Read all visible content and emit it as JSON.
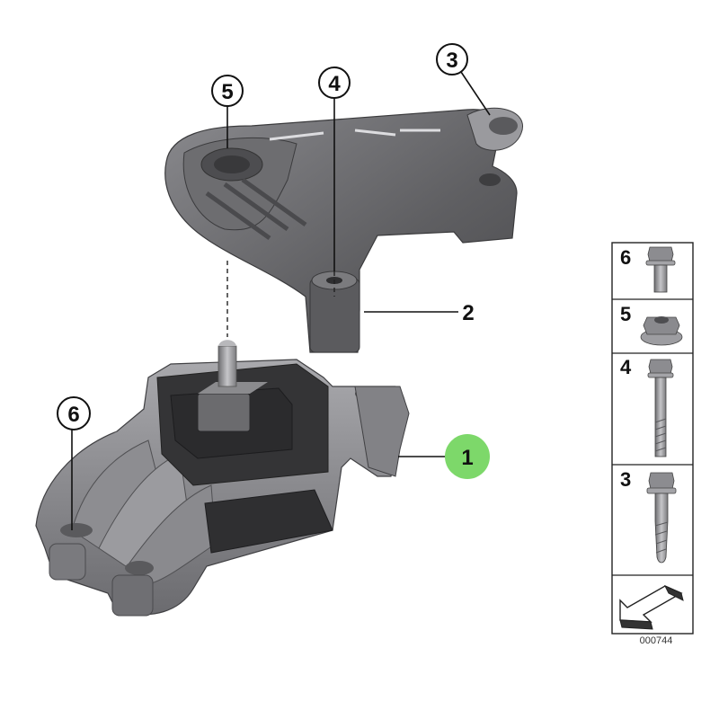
{
  "callouts": {
    "c1": "1",
    "c2": "2",
    "c3": "3",
    "c4": "4",
    "c5": "5",
    "c6": "6"
  },
  "panel": {
    "rows": [
      {
        "label": "6",
        "icon": "hex-flange-bolt-icon"
      },
      {
        "label": "5",
        "icon": "flange-nut-icon"
      },
      {
        "label": "4",
        "icon": "long-bolt-icon"
      },
      {
        "label": "3",
        "icon": "stepped-bolt-icon"
      }
    ],
    "footer_icon": "direction-arrow-icon"
  },
  "footer_code": "000744",
  "colors": {
    "part_dark": "#4e4e50",
    "part_mid": "#78787b",
    "part_light": "#a4a4a8",
    "rubber": "#2a2a2c",
    "highlight_callout": "#7dd86a"
  }
}
